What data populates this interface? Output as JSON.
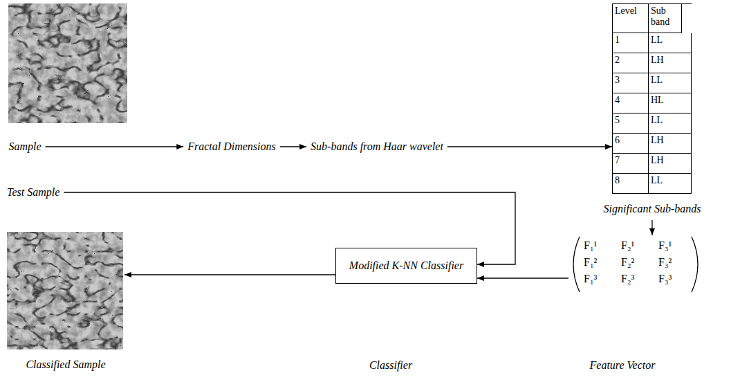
{
  "diagram": {
    "nodes": [
      {
        "text": [
          "Sample"
        ]
      },
      {
        "text": [
          "Fractal Dimensions"
        ]
      },
      {
        "text": [
          "Sub-bands from Haar wavelet"
        ]
      },
      {
        "text": [
          "Level",
          "Sub band",
          "1",
          "LL",
          "2",
          "LH",
          "3",
          "LL",
          "4",
          "HL",
          "5",
          "LL",
          "6",
          "LH",
          "7",
          "LH",
          "8",
          "LL"
        ]
      },
      {
        "text": [
          "Significant Sub-bands"
        ]
      },
      {
        "text": [
          "F₁¹",
          "F₂¹",
          "F₃¹",
          "F₁²",
          "F₂²",
          "F₃²",
          "F₁³",
          "F₂³",
          "F₃³"
        ]
      },
      {
        "text": [
          "Test Sample"
        ]
      },
      {
        "text": [
          "Modified K-NN Classifier"
        ]
      },
      {
        "text": [
          "Classified Sample"
        ]
      }
    ],
    "edges": [
      {
        "from": 0,
        "to": 1,
        "arrow": "to"
      },
      {
        "from": 1,
        "to": 2,
        "arrow": "to"
      },
      {
        "from": 2,
        "to": 3,
        "arrow": "to"
      },
      {
        "from": 4,
        "to": 5,
        "arrow": "to"
      },
      {
        "from": 6,
        "to": 7,
        "arrow": "to"
      },
      {
        "from": 5,
        "to": 7,
        "arrow": "to"
      },
      {
        "from": 7,
        "to": 8,
        "arrow": "to"
      }
    ],
    "labels": [
      "Classifier",
      "Feature Vector"
    ]
  }
}
